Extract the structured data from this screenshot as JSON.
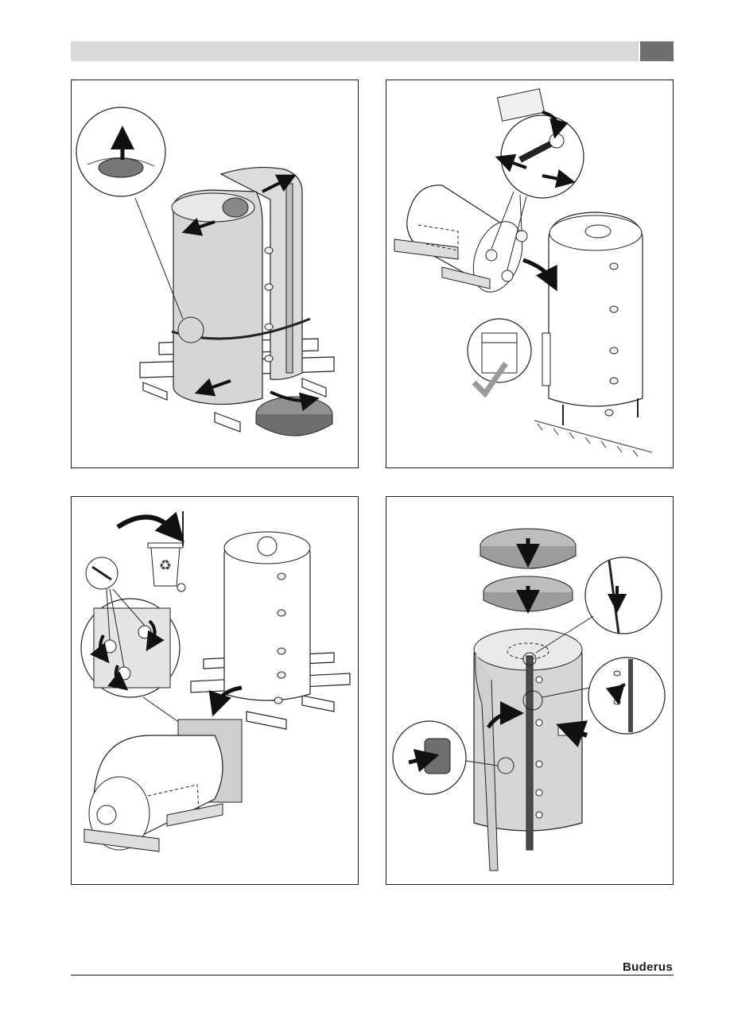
{
  "page": {
    "header_bar_color": "#d9d9d9",
    "header_tab_color": "#6f6f6f"
  },
  "panels": [
    {
      "id": "p1",
      "step": "remove-insulation-from-storage-tank-on-pallet"
    },
    {
      "id": "p2",
      "step": "attach-feet-and-stand-tank-upright"
    },
    {
      "id": "p3",
      "step": "dispose-packaging-and-unscrew-tank-from-pallet"
    },
    {
      "id": "p4",
      "step": "refit-insulation-jacket-and-covers"
    }
  ],
  "footer": {
    "brand": "Buderus"
  }
}
